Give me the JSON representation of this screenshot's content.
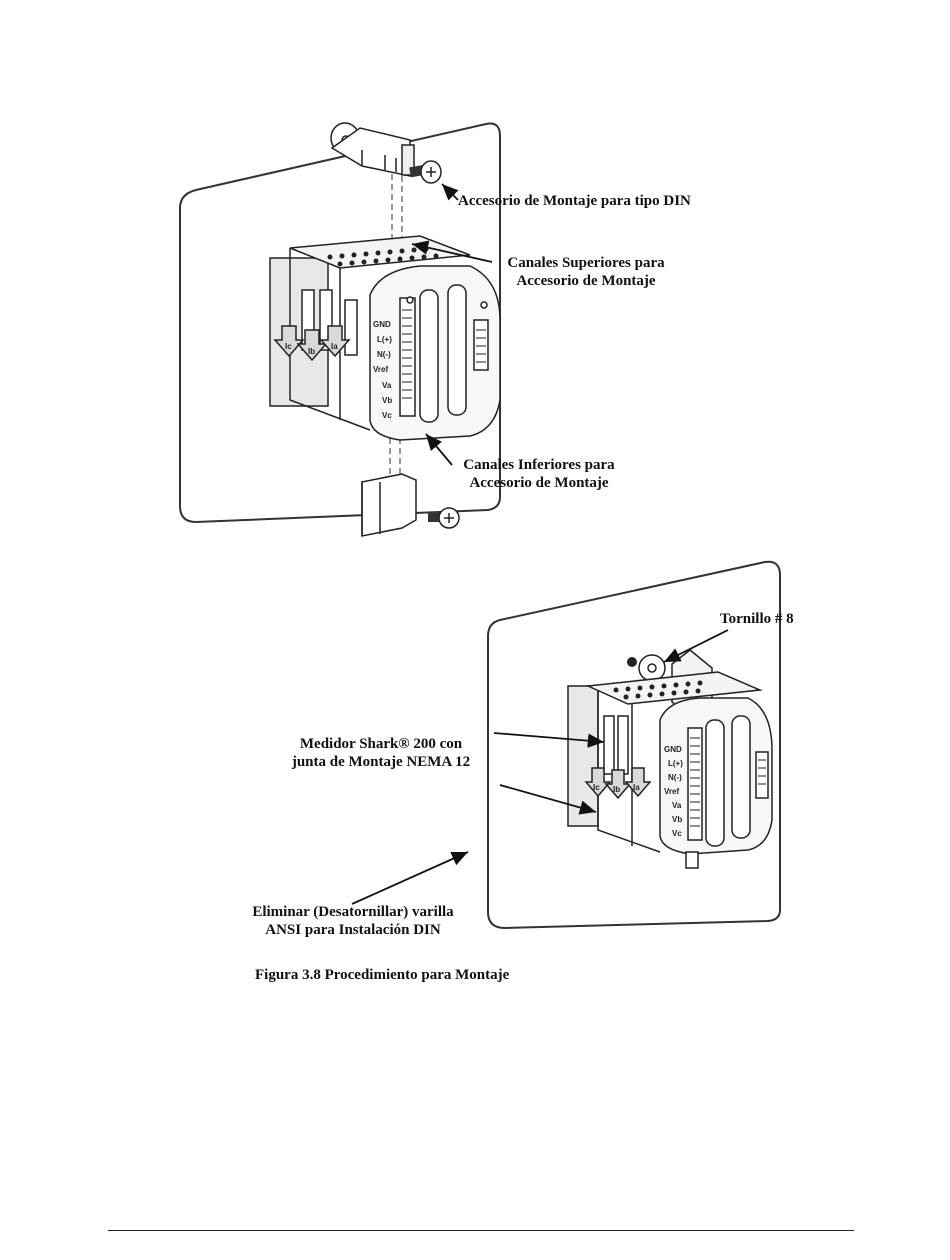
{
  "figure_top": {
    "labels": {
      "din_accessory": "Accesorio de Montaje para tipo DIN",
      "upper_channels_line1": "Canales Superiores para",
      "upper_channels_line2": "Accesorio de Montaje",
      "lower_channels_line1": "Canales Inferiores para",
      "lower_channels_line2": "Accesorio de Montaje"
    },
    "terminals": [
      "GND",
      "L(+)",
      "N(-)",
      "Vref",
      "Va",
      "Vb",
      "Vc"
    ],
    "current_labels": [
      "Ic",
      "Ib",
      "Ia"
    ]
  },
  "figure_bottom": {
    "labels": {
      "screw": "Tornillo # 8",
      "meter_line1": "Medidor Shark® 200 con",
      "meter_line2": "junta de Montaje NEMA 12",
      "remove_line1": "Eliminar (Desatornillar)  varilla",
      "remove_line2": "ANSI para Instalación DIN"
    },
    "terminals": [
      "GND",
      "L(+)",
      "N(-)",
      "Vref",
      "Va",
      "Vb",
      "Vc"
    ],
    "current_labels": [
      "Ic",
      "Ib",
      "Ia"
    ]
  },
  "caption": "Figura 3.8 Procedimiento para Montaje"
}
